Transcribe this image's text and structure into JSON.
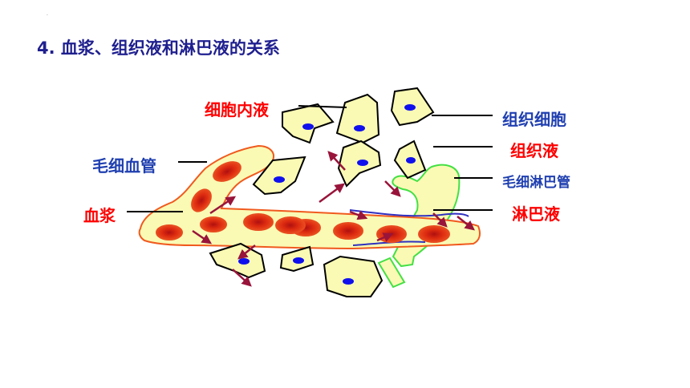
{
  "title": "4. 血浆、组织液和淋巴液的关系",
  "corner_mark": ".",
  "labels": {
    "intracellular_fluid": "细胞内液",
    "capillary": "毛细血管",
    "plasma": "血浆",
    "tissue_cell": "组织细胞",
    "tissue_fluid": "组织液",
    "lymph_capillary": "毛细淋巴管",
    "lymph": "淋巴液"
  },
  "colors": {
    "title": "#1f1f8f",
    "red_label": "#ff0000",
    "blue_label": "#1f3fb0",
    "cell_fill": "#fafab4",
    "nucleus": "#1010ee",
    "rbc": "#dd2b10",
    "arrow": "#99143a",
    "lymph_outline": "#44e044",
    "vessel_outline": "#f05a1e"
  }
}
